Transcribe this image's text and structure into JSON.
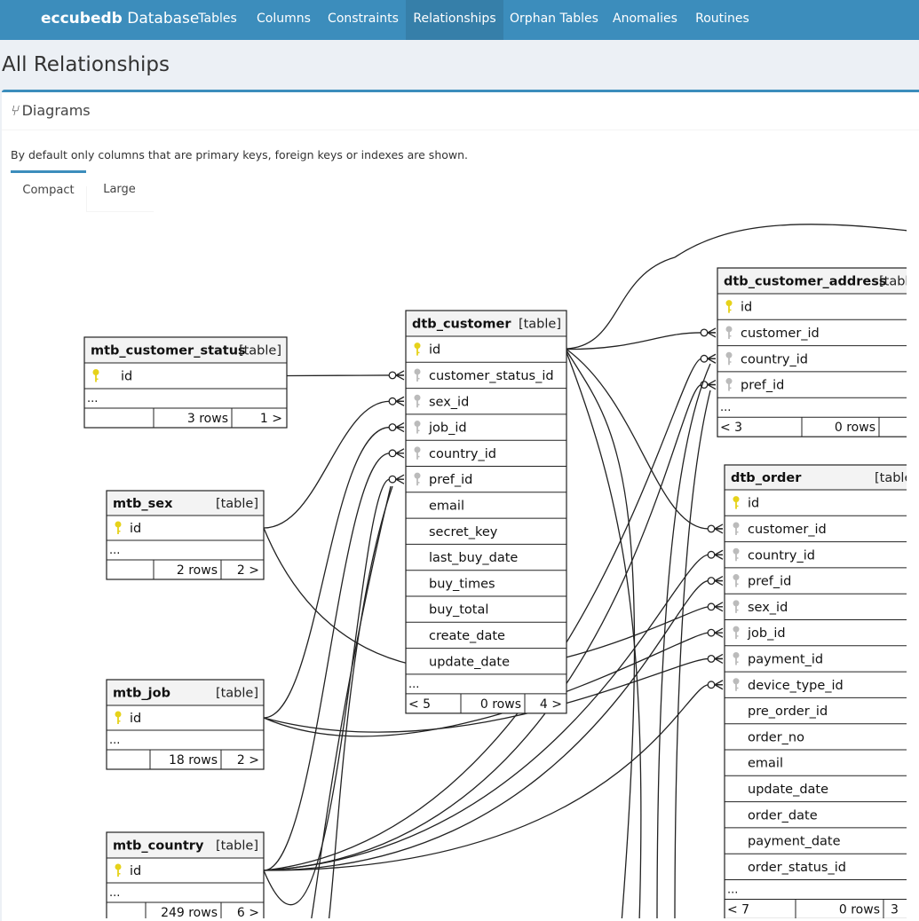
{
  "nav": {
    "brand_bold": "eccubedb",
    "brand_rest": " Database",
    "items": [
      {
        "label": "Tables"
      },
      {
        "label": "Columns"
      },
      {
        "label": "Constraints"
      },
      {
        "label": "Relationships",
        "active": true
      },
      {
        "label": "Orphan Tables"
      },
      {
        "label": "Anomalies"
      },
      {
        "label": "Routines"
      }
    ]
  },
  "page": {
    "title": "All Relationships",
    "box_title": "Diagrams",
    "description": "By default only columns that are primary keys, foreign keys or indexes are shown.",
    "tabs": [
      {
        "label": "Compact",
        "active": true
      },
      {
        "label": "Large"
      }
    ]
  },
  "colors": {
    "accent": "#3c8dbc",
    "key_primary": "#e6d21a",
    "key_foreign": "#bbbbbb"
  },
  "tables": {
    "mtb_customer_status": {
      "name": "mtb_customer_status",
      "kind": "[table]",
      "columns": [
        {
          "name": "id",
          "key": "primary"
        }
      ],
      "ellipsis": "...",
      "footer": [
        "",
        "3 rows",
        "1 >"
      ]
    },
    "mtb_sex": {
      "name": "mtb_sex",
      "kind": "[table]",
      "columns": [
        {
          "name": "id",
          "key": "primary"
        }
      ],
      "ellipsis": "...",
      "footer": [
        "",
        "2 rows",
        "2 >"
      ]
    },
    "mtb_job": {
      "name": "mtb_job",
      "kind": "[table]",
      "columns": [
        {
          "name": "id",
          "key": "primary"
        }
      ],
      "ellipsis": "...",
      "footer": [
        "",
        "18 rows",
        "2 >"
      ]
    },
    "mtb_country": {
      "name": "mtb_country",
      "kind": "[table]",
      "columns": [
        {
          "name": "id",
          "key": "primary"
        }
      ],
      "ellipsis": "...",
      "footer": [
        "",
        "249 rows",
        "6 >"
      ]
    },
    "dtb_customer": {
      "name": "dtb_customer",
      "kind": "[table]",
      "columns": [
        {
          "name": "id",
          "key": "primary"
        },
        {
          "name": "customer_status_id",
          "key": "foreign"
        },
        {
          "name": "sex_id",
          "key": "foreign"
        },
        {
          "name": "job_id",
          "key": "foreign"
        },
        {
          "name": "country_id",
          "key": "foreign"
        },
        {
          "name": "pref_id",
          "key": "foreign"
        },
        {
          "name": "email",
          "key": ""
        },
        {
          "name": "secret_key",
          "key": ""
        },
        {
          "name": "last_buy_date",
          "key": ""
        },
        {
          "name": "buy_times",
          "key": ""
        },
        {
          "name": "buy_total",
          "key": ""
        },
        {
          "name": "create_date",
          "key": ""
        },
        {
          "name": "update_date",
          "key": ""
        }
      ],
      "ellipsis": "...",
      "footer": [
        "< 5",
        "0 rows",
        "4 >"
      ]
    },
    "dtb_customer_address": {
      "name": "dtb_customer_address",
      "kind": "[table]",
      "columns": [
        {
          "name": "id",
          "key": "primary"
        },
        {
          "name": "customer_id",
          "key": "foreign"
        },
        {
          "name": "country_id",
          "key": "foreign"
        },
        {
          "name": "pref_id",
          "key": "foreign"
        }
      ],
      "ellipsis": "...",
      "footer": [
        "< 3",
        "0 rows",
        ""
      ]
    },
    "dtb_order": {
      "name": "dtb_order",
      "kind": "[table]",
      "columns": [
        {
          "name": "id",
          "key": "primary"
        },
        {
          "name": "customer_id",
          "key": "foreign"
        },
        {
          "name": "country_id",
          "key": "foreign"
        },
        {
          "name": "pref_id",
          "key": "foreign"
        },
        {
          "name": "sex_id",
          "key": "foreign"
        },
        {
          "name": "job_id",
          "key": "foreign"
        },
        {
          "name": "payment_id",
          "key": "foreign"
        },
        {
          "name": "device_type_id",
          "key": "foreign"
        },
        {
          "name": "pre_order_id",
          "key": ""
        },
        {
          "name": "order_no",
          "key": ""
        },
        {
          "name": "email",
          "key": ""
        },
        {
          "name": "update_date",
          "key": ""
        },
        {
          "name": "order_date",
          "key": ""
        },
        {
          "name": "payment_date",
          "key": ""
        },
        {
          "name": "order_status_id",
          "key": ""
        }
      ],
      "ellipsis": "...",
      "footer": [
        "< 7",
        "0 rows",
        "3"
      ]
    }
  }
}
